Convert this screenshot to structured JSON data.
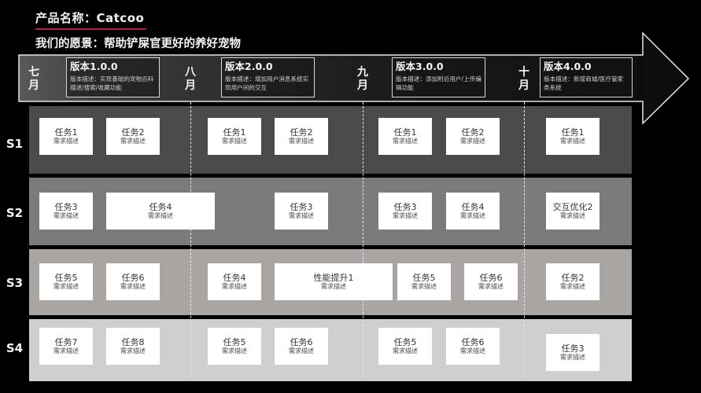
{
  "header": {
    "product_title": "产品名称：Catcoo",
    "vision": "我们的愿景：帮助铲屎官更好的养好宠物",
    "underline_color": "#b3164c"
  },
  "timeline": {
    "months": [
      {
        "label": "七\n月",
        "top": "七",
        "bottom": "月"
      },
      {
        "label": "八\n月",
        "top": "八",
        "bottom": "月"
      },
      {
        "label": "九\n月",
        "top": "九",
        "bottom": "月"
      },
      {
        "label": "十\n月",
        "top": "十",
        "bottom": "月"
      }
    ],
    "versions": [
      {
        "title": "版本1.0.0",
        "desc": "版本描述：实现基础的宠物百科描述/搜索/收藏功能"
      },
      {
        "title": "版本2.0.0",
        "desc": "版本描述：增加用户消息系统实现用户间的交互"
      },
      {
        "title": "版本3.0.0",
        "desc": "版本描述：添加附近用户/上传编辑功能"
      },
      {
        "title": "版本4.0.0",
        "desc": "版本描述：新增商城/医疗管家类系统"
      }
    ]
  },
  "lanes": [
    {
      "label": "S1",
      "color": "#4b4b4b",
      "tasks": [
        {
          "name": "任务1",
          "desc": "需求描述"
        },
        {
          "name": "任务2",
          "desc": "需求描述"
        },
        {
          "name": "任务1",
          "desc": "需求描述"
        },
        {
          "name": "任务2",
          "desc": "需求描述"
        },
        {
          "name": "任务1",
          "desc": "需求描述"
        },
        {
          "name": "任务2",
          "desc": "需求描述"
        },
        {
          "name": "任务1",
          "desc": "需求描述"
        }
      ]
    },
    {
      "label": "S2",
      "color": "#7b7b7b",
      "tasks": [
        {
          "name": "任务3",
          "desc": "需求描述"
        },
        {
          "name": "任务4",
          "desc": "需求描述"
        },
        {
          "name": "任务3",
          "desc": "需求描述"
        },
        {
          "name": "任务3",
          "desc": "需求描述"
        },
        {
          "name": "任务4",
          "desc": "需求描述"
        },
        {
          "name": "交互优化2",
          "desc": "需求描述"
        }
      ]
    },
    {
      "label": "S3",
      "color": "#a9a5a3",
      "tasks": [
        {
          "name": "任务5",
          "desc": "需求描述"
        },
        {
          "name": "任务6",
          "desc": "需求描述"
        },
        {
          "name": "任务4",
          "desc": "需求描述"
        },
        {
          "name": "性能提升1",
          "desc": "需求描述"
        },
        {
          "name": "任务5",
          "desc": "需求描述"
        },
        {
          "name": "任务6",
          "desc": "需求描述"
        },
        {
          "name": "任务2",
          "desc": "需求描述"
        }
      ]
    },
    {
      "label": "S4",
      "color": "#cfcfcf",
      "tasks": [
        {
          "name": "任务7",
          "desc": "需求描述"
        },
        {
          "name": "任务8",
          "desc": "需求描述"
        },
        {
          "name": "任务5",
          "desc": "需求描述"
        },
        {
          "name": "任务6",
          "desc": "需求描述"
        },
        {
          "name": "任务5",
          "desc": "需求描述"
        },
        {
          "name": "任务6",
          "desc": "需求描述"
        },
        {
          "name": "任务3",
          "desc": "需求描述"
        }
      ]
    }
  ]
}
